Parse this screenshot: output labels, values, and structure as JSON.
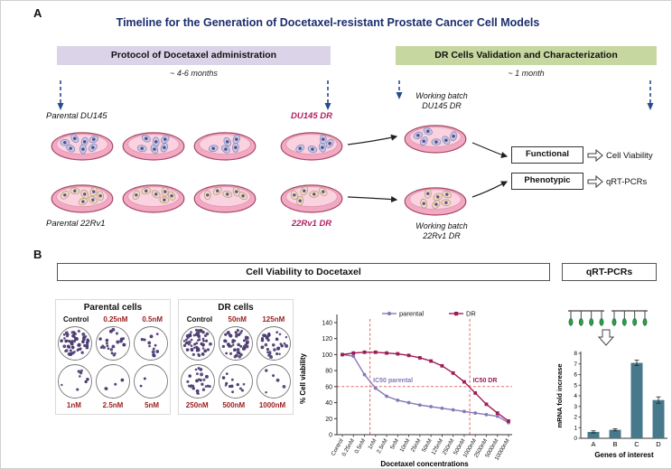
{
  "colors": {
    "title": "#1b2d6e",
    "protocol_bg": "#dbd3e8",
    "validation_bg": "#c7d7a0",
    "magenta": "#b01e63",
    "dark_red": "#9b1c1c",
    "parental_line": "#8878b8",
    "dr_line": "#9e1b55",
    "bar_fill": "#47798c",
    "probe_green": "#2f9e4c",
    "arrow_blue": "#274b8f",
    "dot_purple": "#4b3b70"
  },
  "panel_a": {
    "label": "A",
    "title": "Timeline for the Generation of Docetaxel-resistant Prostate Cancer Cell Models",
    "protocol": {
      "header": "Protocol of Docetaxel administration",
      "duration": "~ 4-6 months"
    },
    "validation": {
      "header": "DR Cells Validation and Characterization",
      "duration": "~ 1 month"
    },
    "rows": [
      {
        "parental_label": "Parental DU145",
        "dr_label": "DU145 DR",
        "working_label": "Working batch\nDU145 DR"
      },
      {
        "parental_label": "Parental 22Rv1",
        "dr_label": "22Rv1 DR",
        "working_label": "Working batch\n22Rv1 DR"
      }
    ],
    "outputs": [
      {
        "box": "Functional",
        "result": "Cell Viability"
      },
      {
        "box": "Phenotypic",
        "result": "qRT-PCRs"
      }
    ]
  },
  "panel_b": {
    "label": "B",
    "viability_header": "Cell Viability to Docetaxel",
    "qrtpcr_header": "qRT-PCRs",
    "parental_group": {
      "title": "Parental cells",
      "top": [
        {
          "label": "Control",
          "dots": 58
        },
        {
          "label": "0.25nM",
          "dots": 22
        },
        {
          "label": "0.5nM",
          "dots": 12
        }
      ],
      "bottom": [
        {
          "label": "1nM",
          "dots": 8
        },
        {
          "label": "2.5nM",
          "dots": 4
        },
        {
          "label": "5nM",
          "dots": 2
        }
      ]
    },
    "dr_group": {
      "title": "DR cells",
      "top": [
        {
          "label": "Control",
          "dots": 58
        },
        {
          "label": "50nM",
          "dots": 46
        },
        {
          "label": "125nM",
          "dots": 34
        }
      ],
      "bottom": [
        {
          "label": "250nM",
          "dots": 26
        },
        {
          "label": "500nM",
          "dots": 12
        },
        {
          "label": "1000nM",
          "dots": 5
        }
      ]
    }
  },
  "chart_data": [
    {
      "type": "line",
      "title": "",
      "xlabel": "Docetaxel concentrations",
      "ylabel": "% Cell viability",
      "ylim": [
        0,
        140
      ],
      "yticks": [
        0,
        20,
        40,
        60,
        80,
        100,
        120,
        140
      ],
      "x_categories": [
        "Control",
        "0.25nM",
        "0.5nM",
        "1nM",
        "2.5nM",
        "5nM",
        "10nM",
        "25nM",
        "50nM",
        "125nM",
        "250nM",
        "500nM",
        "1000nM",
        "2500nM",
        "5000nM",
        "10000nM"
      ],
      "series": [
        {
          "name": "parental",
          "color": "#8878b8",
          "marker": "circle",
          "values": [
            100,
            98,
            75,
            58,
            48,
            43,
            40,
            37,
            35,
            33,
            31,
            29,
            27,
            25,
            23,
            15
          ]
        },
        {
          "name": "DR",
          "color": "#9e1b55",
          "marker": "square",
          "values": [
            100,
            102,
            103,
            103,
            102,
            101,
            99,
            96,
            92,
            86,
            77,
            66,
            52,
            38,
            27,
            17
          ]
        }
      ],
      "ic50": {
        "threshold_pct": 60,
        "markers": [
          {
            "label": "IC50 parental",
            "x_index": 2.5,
            "color": "#8878b8"
          },
          {
            "label": "IC50 DR",
            "x_index": 11.5,
            "color": "#9e1b55"
          }
        ]
      },
      "legend_position": "top",
      "grid": false
    },
    {
      "type": "bar",
      "categories": [
        "A",
        "B",
        "C",
        "D"
      ],
      "values": [
        0.6,
        0.8,
        7.1,
        3.6
      ],
      "errors": [
        0.1,
        0.1,
        0.25,
        0.3
      ],
      "xlabel": "Genes of interest",
      "ylabel": "mRNA fold increase",
      "ylim": [
        0,
        8
      ],
      "yticks": [
        0,
        1,
        2,
        3,
        4,
        5,
        6,
        7,
        8
      ],
      "bar_color": "#47798c",
      "grid": false
    }
  ]
}
